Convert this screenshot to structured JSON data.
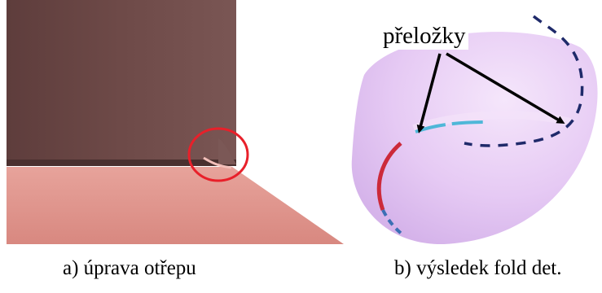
{
  "figure": {
    "panel_a": {
      "caption": "a) úprava otřepu",
      "colors": {
        "wall": "#6e4a48",
        "floor": "#e39a92",
        "highlight_circle": "#e8202a"
      }
    },
    "panel_b": {
      "caption": "b) výsledek fold det.",
      "callout_label": "přeložky",
      "colors": {
        "body": "#e6caf4",
        "fold_cyan": "#4fb7d8",
        "fold_navy": "#1f2a6a",
        "fold_red": "#cc2a3a",
        "arrow": "#000000"
      }
    }
  }
}
